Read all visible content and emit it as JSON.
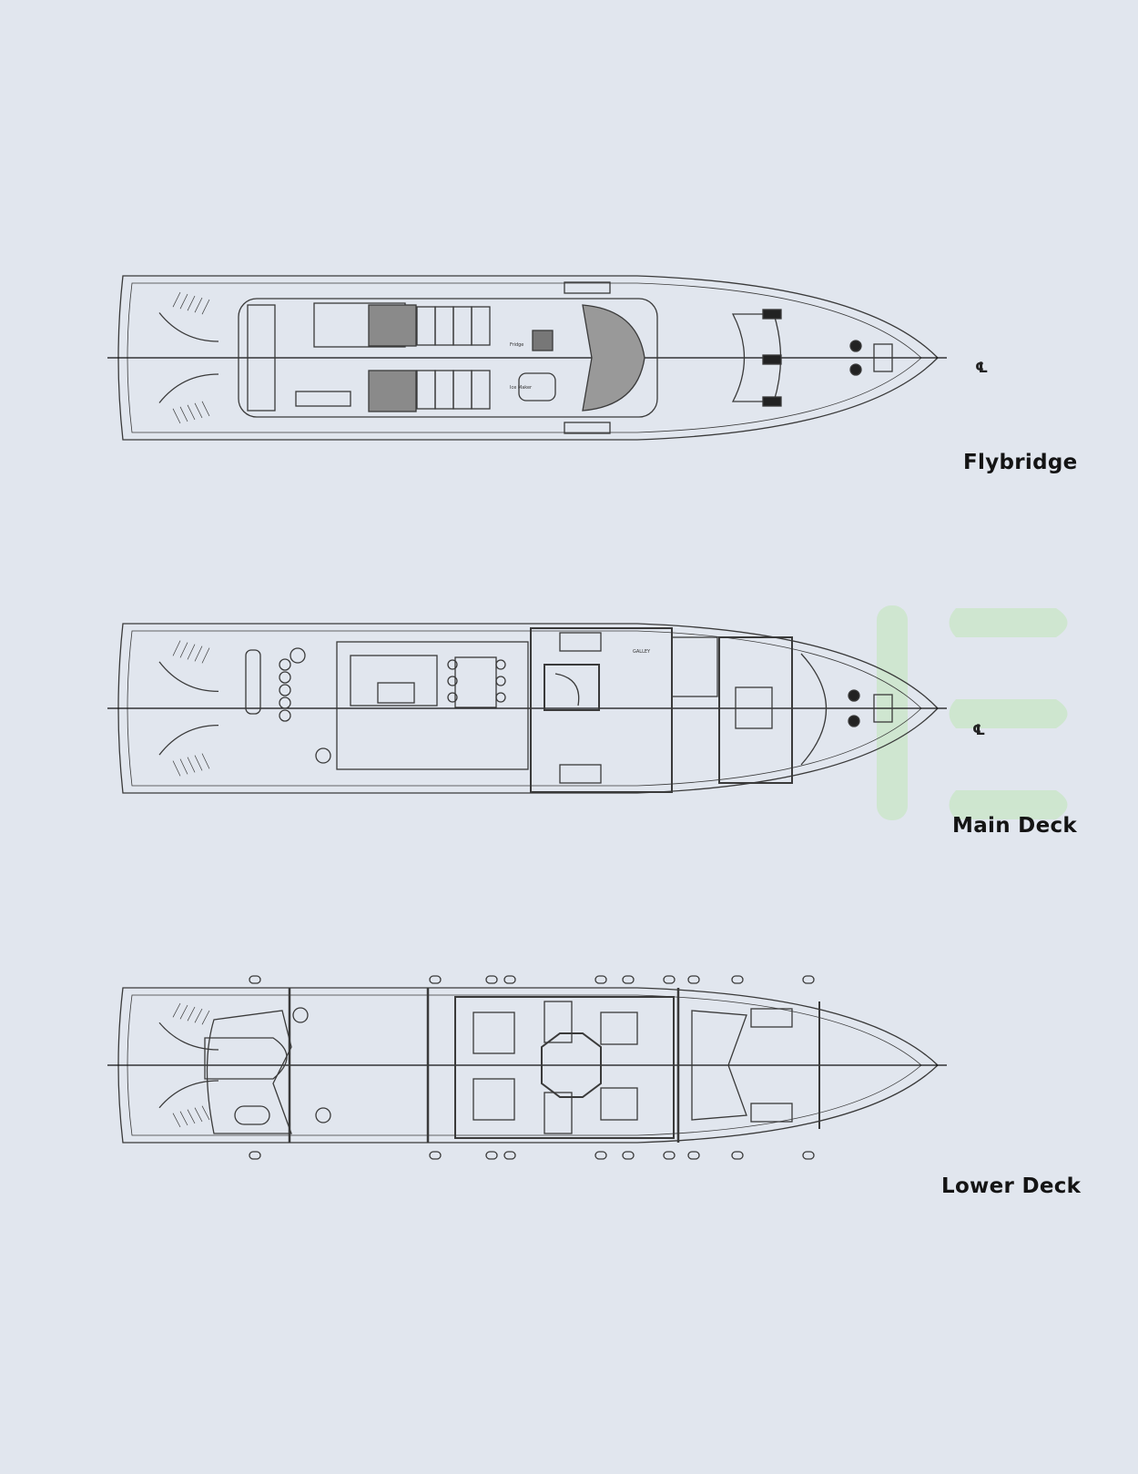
{
  "decks": [
    {
      "name": "Flybridge",
      "centerline_mark": "℄"
    },
    {
      "name": "Main Deck",
      "centerline_mark": "℄",
      "room_label": "GALLEY"
    },
    {
      "name": "Lower Deck"
    }
  ],
  "flybridge_labels": {
    "fridge": "Fridge",
    "ice_maker": "Ice Maker"
  },
  "colors": {
    "background": "#e1e6ee",
    "line": "#3a3a3a",
    "watermark": "#cde6cc"
  }
}
